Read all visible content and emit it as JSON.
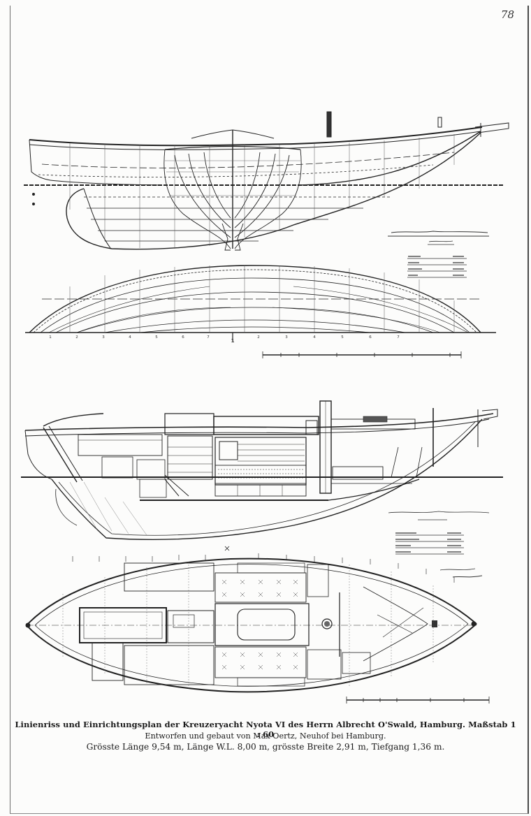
{
  "page": {
    "number": "78",
    "caption_line1": "Linienriss und Einrichtungsplan der Kreuzeryacht Nyota VI des Herrn Albrecht O'Swald, Hamburg.   Maßstab 1 : 60",
    "caption_line2": "Entworfen und gebaut von Max Oertz, Neuhof bei Hamburg.",
    "caption_line3": "Grösste Länge 9,54 m, Länge W.L. 8,00 m, grösste Breite 2,91 m, Tiefgang 1,36 m."
  },
  "drawings": {
    "lines_plan": {
      "station_marks": [
        "1",
        "2",
        "3",
        "4",
        "5",
        "6",
        "7",
        "1",
        "2",
        "3",
        "4",
        "5",
        "6",
        "7"
      ]
    }
  },
  "colors": {
    "paper": "#fcfcfb",
    "ink": "#222222"
  }
}
